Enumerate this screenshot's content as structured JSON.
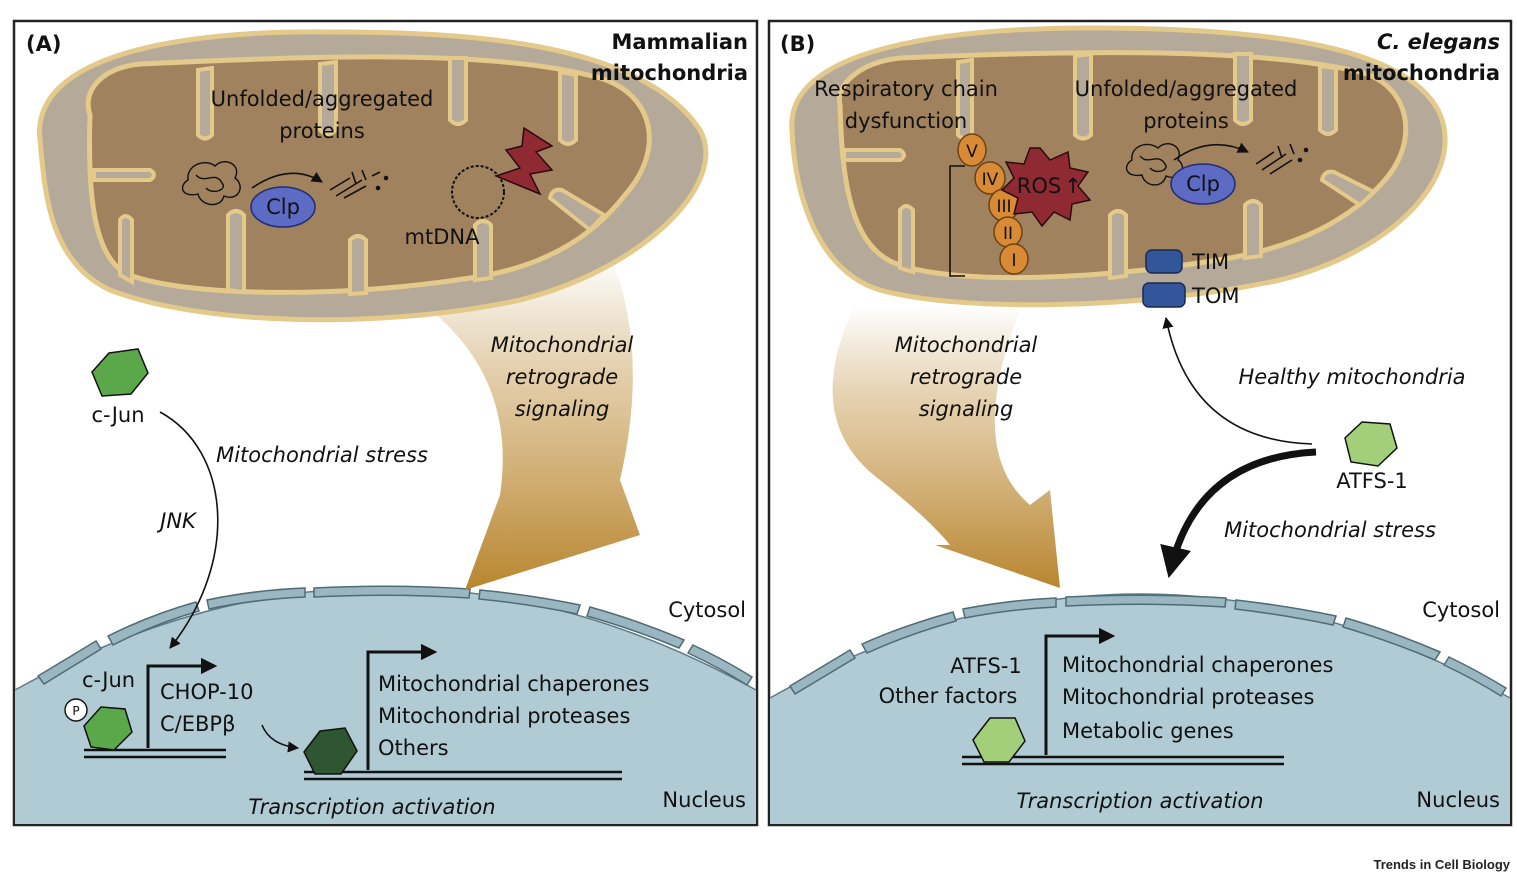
{
  "panel_a": {
    "letter": "(A)",
    "title_line1": "Mammalian",
    "title_line2": "mitochondria",
    "unfolded_line1": "Unfolded/aggregated",
    "unfolded_line2": "proteins",
    "clp": "Clp",
    "mtdna": "mtDNA",
    "signal_line1": "Mitochondrial",
    "signal_line2": "retrograde",
    "signal_line3": "signaling",
    "cjun_top": "c-Jun",
    "stress": "Mitochondrial stress",
    "jnk": "JNK",
    "cytosol": "Cytosol",
    "cjun_nuc": "c-Jun",
    "phospho": "P",
    "chop": "CHOP-10",
    "cebp": "C/EBPβ",
    "targets": [
      "Mitochondrial chaperones",
      "Mitochondrial proteases",
      "Others"
    ],
    "transcription": "Transcription activation",
    "nucleus": "Nucleus"
  },
  "panel_b": {
    "letter": "(B)",
    "title_line1": "C. elegans",
    "title_line2": "mitochondria",
    "resp_line1": "Respiratory chain",
    "resp_line2": "dysfunction",
    "complexes": [
      "V",
      "IV",
      "III",
      "II",
      "I"
    ],
    "ros": "ROS",
    "ros_arrow": "↑",
    "unfolded_line1": "Unfolded/aggregated",
    "unfolded_line2": "proteins",
    "clp": "Clp",
    "tim": "TIM",
    "tom": "TOM",
    "signal_line1": "Mitochondrial",
    "signal_line2": "retrograde",
    "signal_line3": "signaling",
    "healthy": "Healthy mitochondria",
    "atfs_top": "ATFS-1",
    "stress": "Mitochondrial stress",
    "cytosol": "Cytosol",
    "atfs_nuc": "ATFS-1",
    "other_factors": "Other factors",
    "targets": [
      "Mitochondrial chaperones",
      "Mitochondrial proteases",
      "Metabolic genes"
    ],
    "transcription": "Transcription activation",
    "nucleus": "Nucleus"
  },
  "credit": "Trends in Cell Biology",
  "colors": {
    "outer_membrane": "#b5a99a",
    "matrix": "#a0825f",
    "membrane_edge": "#e3c98a",
    "nucleus": "#b1cbd4",
    "clp": "#5e6bc5",
    "cjun_green": "#5aa84a",
    "dark_green": "#2e5630",
    "light_green": "#a4cf7a",
    "ros": "#8f2a33",
    "complex": "#d98a35",
    "tim_tom": "#33569a"
  }
}
